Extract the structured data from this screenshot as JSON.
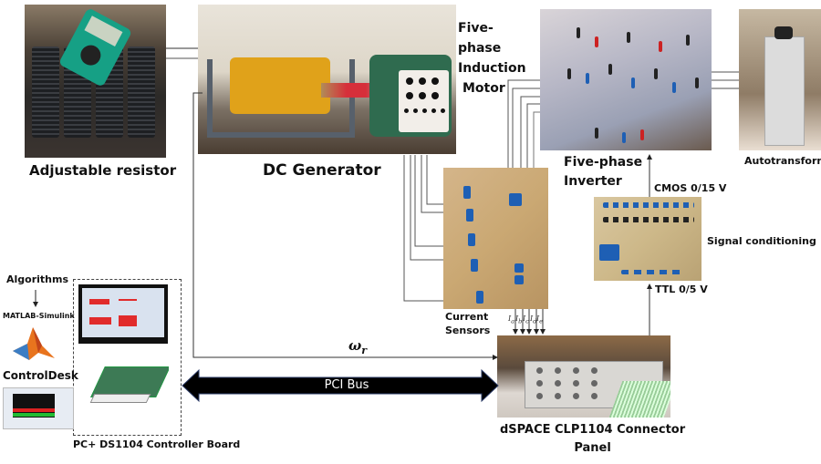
{
  "title": "Five-phase induction motor drive experimental setup",
  "labels": {
    "adjustable_resistor": "Adjustable resistor",
    "dc_generator": "DC Generator",
    "motor_line1": "Five-",
    "motor_line2": "phase",
    "motor_line3": "Induction",
    "motor_line4": "Motor",
    "inverter_line1": "Five-phase",
    "inverter_line2": "Inverter",
    "autotransformer": "Autotransformer",
    "cmos": "CMOS 0/15 V",
    "signal_conditioning": "Signal conditioning",
    "ttl": "TTL 0/5 V",
    "current_sensors_line1": "Current",
    "current_sensors_line2": "Sensors",
    "connector_panel_line1": "dSPACE CLP1104 Connector",
    "connector_panel_line2": "Panel",
    "pc_board": "PC+ DS1104 Controller  Board",
    "algorithms": "Algorithms",
    "matlab": "MATLAB-Simulink",
    "controldesk": "ControlDesk",
    "pci_bus": "PCI Bus",
    "speed_symbol": "ω",
    "speed_subscript": "r"
  },
  "current_signals": [
    {
      "symbol": "I",
      "sub": "a"
    },
    {
      "symbol": "I",
      "sub": "b"
    },
    {
      "symbol": "I",
      "sub": "c"
    },
    {
      "symbol": "I",
      "sub": "d"
    },
    {
      "symbol": "I",
      "sub": "e"
    }
  ],
  "icons": {
    "matlab_logo": "matlab-membrane-logo",
    "pci_arrow": "double-headed-arrow"
  },
  "colors": {
    "wire": "#333333",
    "wire_light": "#888888",
    "bus_fill": "#000000",
    "matlab_orange": "#e8741e",
    "matlab_blue": "#3b7dc4"
  }
}
